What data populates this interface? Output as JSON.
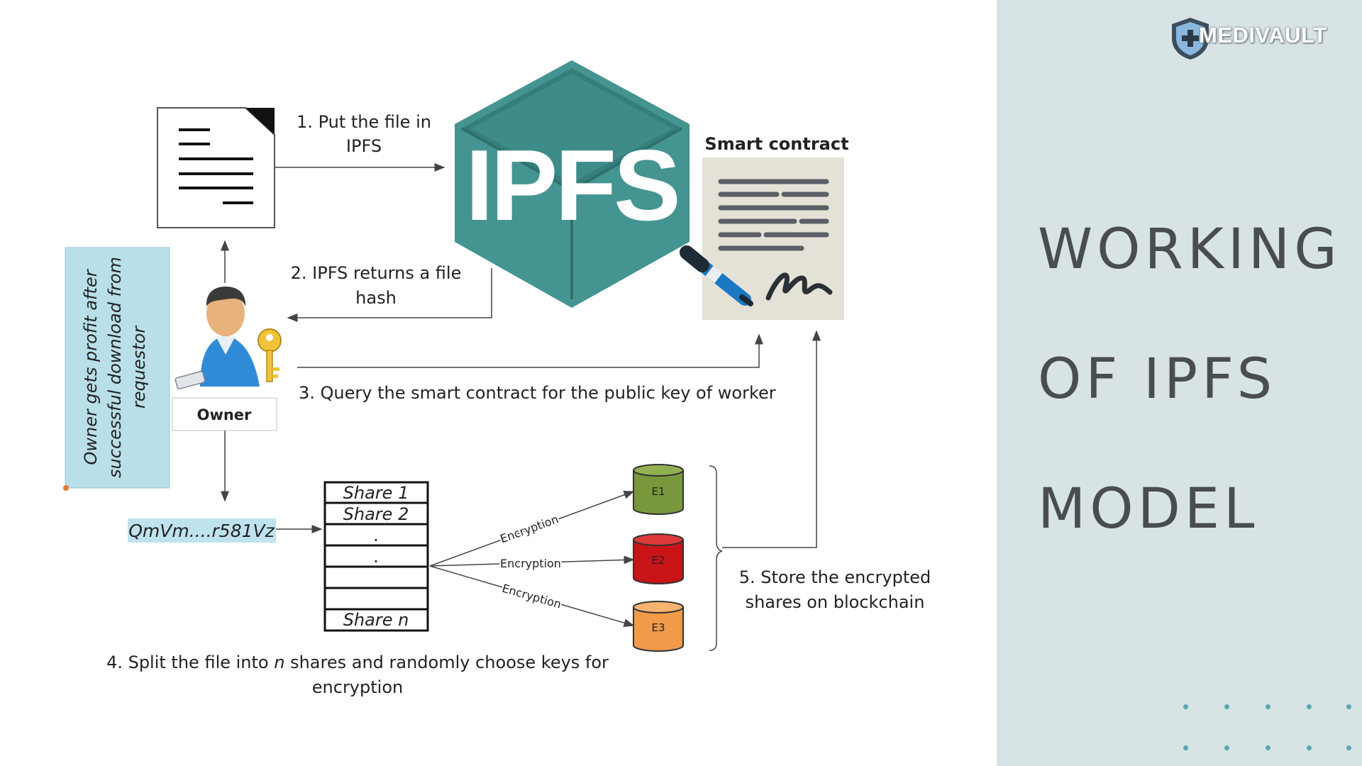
{
  "brand": {
    "name": "MEDIVAULT",
    "icon": "shield-plus-icon"
  },
  "title": {
    "line1": "WORKING",
    "line2": "OF IPFS",
    "line3": "MODEL"
  },
  "diagram": {
    "ipfs_logo": "IPFS",
    "smart_contract_label": "Smart contract",
    "owner_label": "Owner",
    "owner_note": [
      "Owner gets profit  after",
      "successful download from",
      "requestor"
    ],
    "steps": {
      "step1": [
        "1. Put the file in",
        "IPFS"
      ],
      "step2": [
        "2. IPFS returns a file",
        "hash"
      ],
      "step3": "3. Query the smart contract for the public key of worker",
      "step4_prefix": "4. Split the file into ",
      "step4_n": "n",
      "step4_suffix": " shares and randomly choose keys for",
      "step4_line2": "encryption",
      "step5": [
        "5. Store the encrypted",
        "shares on blockchain"
      ]
    },
    "hash_value": "QmVm....r581Vz",
    "shares": [
      "Share 1",
      "Share 2",
      ".",
      ".",
      "",
      "Share n"
    ],
    "encryption_labels": [
      "Encryption",
      "Encryption",
      "Encryption"
    ],
    "cylinders": [
      {
        "label": "E1",
        "color": "#79973b"
      },
      {
        "label": "E2",
        "color": "#c81417"
      },
      {
        "label": "E3",
        "color": "#f19a4a"
      }
    ]
  },
  "colors": {
    "ipfs_teal": "#449491",
    "panel_bg": "#d7e3e4",
    "note_bg": "#b9dfe9",
    "hash_bg": "#bfe3ee",
    "contract_bg": "#e4e2d7"
  }
}
